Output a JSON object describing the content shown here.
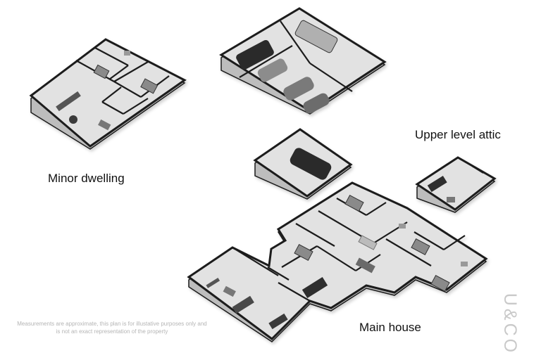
{
  "labels": {
    "minor_dwelling": "Minor dwelling",
    "upper_level_attic": "Upper level attic",
    "main_house": "Main house"
  },
  "disclaimer": "Measurements are approximate, this plan is for illustative purposes only and is not an exact representation of the property",
  "brand_logo": "U&CO",
  "colors": {
    "wall": "#1a1a1a",
    "floor": "#e2e2e2",
    "wall_side": "#bdbdbd",
    "furniture": "#555555",
    "car": "#2a2a2a",
    "label_text": "#111111",
    "disclaimer_text": "#b5b5b5",
    "logo_text": "#c9c9c9"
  }
}
